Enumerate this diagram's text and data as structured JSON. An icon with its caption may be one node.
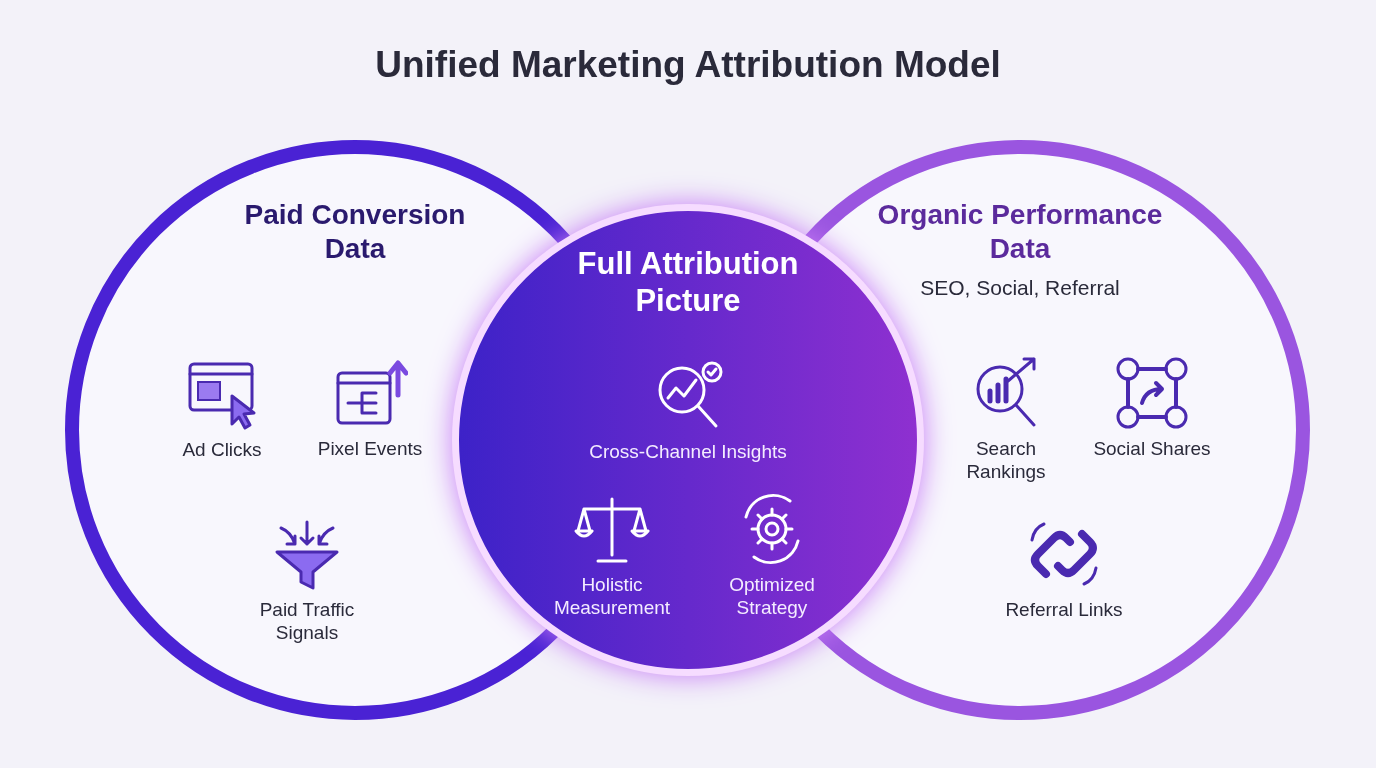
{
  "diagram": {
    "title": "Unified Marketing Attribution Model",
    "nodes": [
      {
        "text": [
          "Paid Conversion Data"
        ]
      },
      {
        "text": [
          "Ad Clicks"
        ],
        "in": 0
      },
      {
        "text": [
          "Pixel Events"
        ],
        "in": 0
      },
      {
        "text": [
          "Paid Traffic Signals"
        ],
        "in": 0
      },
      {
        "text": [
          "Full Attribution Picture"
        ]
      },
      {
        "text": [
          "Cross-Channel Insights"
        ],
        "in": 4
      },
      {
        "text": [
          "Holistic Measurement"
        ],
        "in": 4
      },
      {
        "text": [
          "Optimized Strategy"
        ],
        "in": 4
      },
      {
        "text": [
          "Organic Performance Data",
          "SEO, Social, Referral"
        ]
      },
      {
        "text": [
          "Search Rankings"
        ],
        "in": 8
      },
      {
        "text": [
          "Social Shares"
        ],
        "in": 8
      },
      {
        "text": [
          "Referral Links"
        ],
        "in": 8
      }
    ]
  }
}
